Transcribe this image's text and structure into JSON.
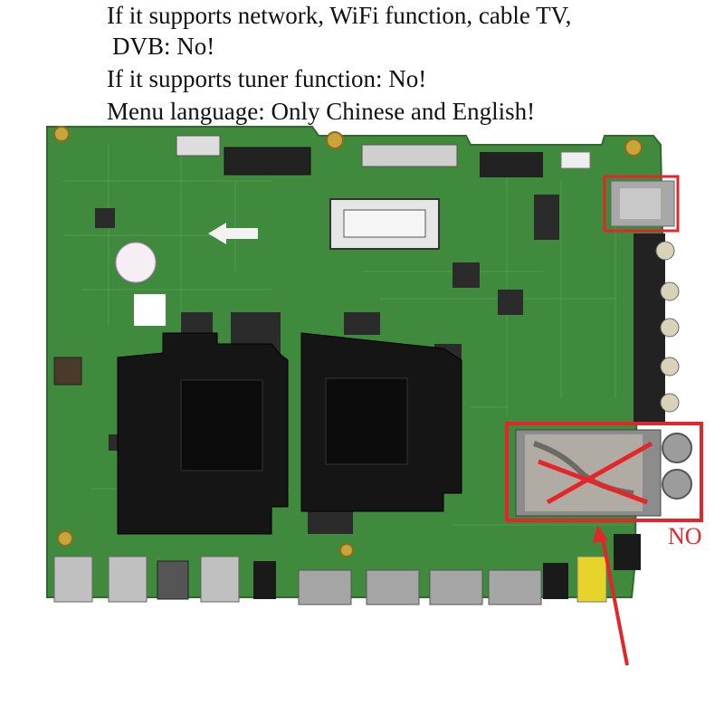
{
  "caption": {
    "line1": "If it supports network, WiFi function, cable TV,",
    "line2": "DVB: No!",
    "line3": "If it supports tuner function: No!",
    "line4": "Menu language: Only Chinese and English!"
  },
  "annotation": {
    "no_label": "NO",
    "highlight_color": "#e4262a"
  },
  "photo": {
    "subject": "tv-mainboard-pcb",
    "board_color": "#3f8a3c"
  }
}
